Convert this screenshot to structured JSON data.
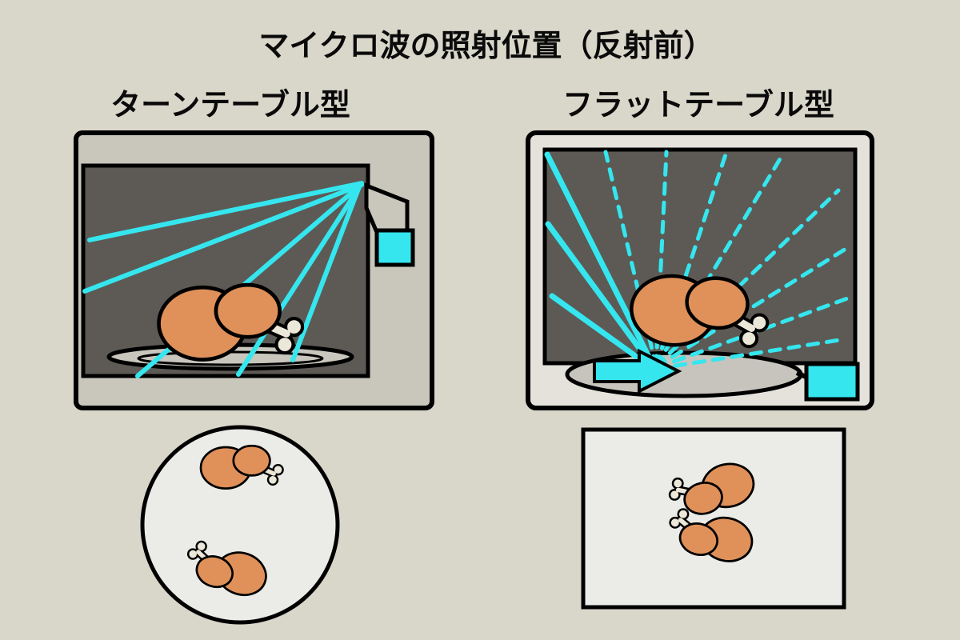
{
  "diagram": {
    "title": "マイクロ波の照射位置（反射前）",
    "left_panel": {
      "label": "ターンテーブル型"
    },
    "right_panel": {
      "label": "フラットテーブル型"
    }
  },
  "colors": {
    "background": "#d9d6ca",
    "oven-body-left": "#c9c6bb",
    "oven-body-right": "#e4e2db",
    "cavity": "#5d5a55",
    "microwave": "#35e6ef",
    "chicken": "#e0915a",
    "bone": "#ece8d9",
    "plate": "#c9c6bd",
    "table": "#c6c4bc",
    "top-view-fill": "#ebebe7",
    "outline": "#000000"
  }
}
